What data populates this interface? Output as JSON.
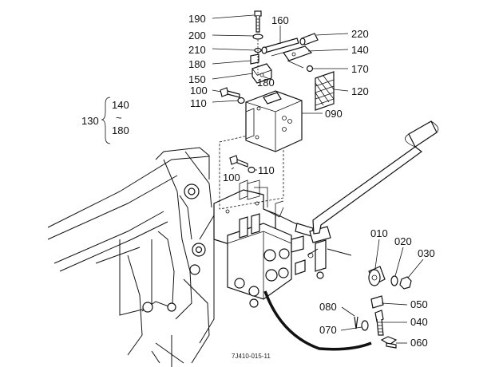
{
  "diagram": {
    "footer_code": "7J410-015-11",
    "labels": {
      "p190": "190",
      "p200": "200",
      "p210": "210",
      "p180a": "180",
      "p150": "150",
      "p160": "160",
      "p220": "220",
      "p140a": "140",
      "p170": "170",
      "p180b": "180",
      "p120": "120",
      "p100a": "100",
      "p110a": "110",
      "p090": "090",
      "p130": "130",
      "p140b": "140",
      "tilde": "~",
      "p180c": "180",
      "p110b": "110",
      "p100b": "100",
      "p010": "010",
      "p020": "020",
      "p030": "030",
      "p050": "050",
      "p080": "080",
      "p040": "040",
      "p070": "070",
      "p060": "060"
    }
  }
}
